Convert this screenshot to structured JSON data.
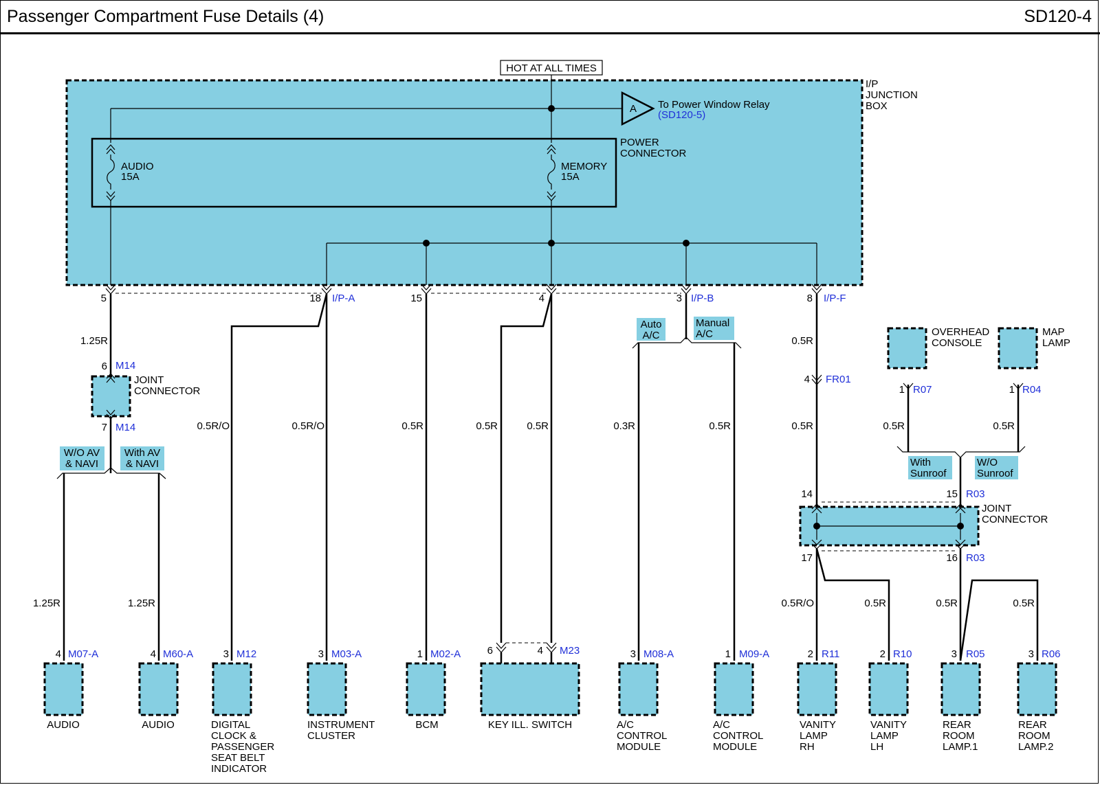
{
  "header": {
    "title": "Passenger Compartment Fuse Details (4)",
    "code": "SD120-4"
  },
  "colors": {
    "component_fill": "#86cfe2",
    "link_text": "#1f2fd8",
    "wire": "#000000"
  },
  "top": {
    "hot_label": "HOT AT ALL TIMES",
    "junction_box": [
      "I/P",
      "JUNCTION",
      "BOX"
    ],
    "power_connector": [
      "POWER",
      "CONNECTOR"
    ],
    "relay_marker": "A",
    "relay_text": "To Power Window Relay",
    "relay_ref": "(SD120-5)"
  },
  "fuses": [
    {
      "name": "AUDIO",
      "rating": "15A"
    },
    {
      "name": "MEMORY",
      "rating": "15A"
    }
  ],
  "jb_pins": [
    {
      "pin": "5",
      "conn": ""
    },
    {
      "pin": "18",
      "conn": "I/P-A"
    },
    {
      "pin": "15",
      "conn": ""
    },
    {
      "pin": "4",
      "conn": ""
    },
    {
      "pin": "3",
      "conn": "I/P-B"
    },
    {
      "pin": "8",
      "conn": "I/P-F"
    }
  ],
  "jc_left": {
    "label": [
      "JOINT",
      "CONNECTOR"
    ],
    "pin_in": "6",
    "conn_in": "M14",
    "pin_out": "7",
    "conn_out": "M14"
  },
  "options": {
    "wo_av": [
      "W/O AV",
      "& NAVI"
    ],
    "with_av": [
      "With AV",
      "& NAVI"
    ],
    "auto_ac": [
      "Auto",
      "A/C"
    ],
    "manual_ac": [
      "Manual",
      "A/C"
    ],
    "with_sunroof": [
      "With",
      "Sunroof"
    ],
    "wo_sunroof": [
      "W/O",
      "Sunroof"
    ]
  },
  "wire_labels": {
    "audio_trunk": "1.25R",
    "audio_left": "1.25R",
    "audio_right": "1.25R",
    "clock": "0.5R/O",
    "cluster": "0.5R/O",
    "bcm": "0.5R",
    "key_left": "0.5R",
    "key_right": "0.5R",
    "ac_auto": "0.3R",
    "ac_manual": "0.5R",
    "fr_upper": "0.5R",
    "fr_lower": "0.5R",
    "overhead": "0.5R",
    "map": "0.5R",
    "vanity_rh": "0.5R/O",
    "vanity_lh": "0.5R",
    "rear1": "0.5R",
    "rear2": "0.5R"
  },
  "fr01": {
    "pin": "4",
    "conn": "FR01"
  },
  "top_components": [
    {
      "name": [
        "OVERHEAD",
        "CONSOLE"
      ],
      "pin": "1",
      "conn": "R07"
    },
    {
      "name": [
        "MAP",
        "LAMP"
      ],
      "pin": "1",
      "conn": "R04"
    }
  ],
  "jc_right": {
    "label": [
      "JOINT",
      "CONNECTOR"
    ],
    "pin_tl": "14",
    "pin_tr": "15",
    "conn_top": "R03",
    "pin_bl": "17",
    "pin_br": "16",
    "conn_bot": "R03"
  },
  "components": [
    {
      "pins": "4",
      "conn": "M07-A",
      "name": [
        "AUDIO"
      ]
    },
    {
      "pins": "4",
      "conn": "M60-A",
      "name": [
        "AUDIO"
      ]
    },
    {
      "pins": "3",
      "conn": "M12",
      "name": [
        "DIGITAL",
        "CLOCK &",
        "PASSENGER",
        "SEAT BELT",
        "INDICATOR"
      ]
    },
    {
      "pins": "3",
      "conn": "M03-A",
      "name": [
        "INSTRUMENT",
        "CLUSTER"
      ]
    },
    {
      "pins": "1",
      "conn": "M02-A",
      "name": [
        "BCM"
      ]
    },
    {
      "pins": "6",
      "pins2": "4",
      "conn": "M23",
      "name": [
        "KEY ILL. SWITCH"
      ]
    },
    {
      "pins": "3",
      "conn": "M08-A",
      "name": [
        "A/C",
        "CONTROL",
        "MODULE"
      ]
    },
    {
      "pins": "1",
      "conn": "M09-A",
      "name": [
        "A/C",
        "CONTROL",
        "MODULE"
      ]
    },
    {
      "pins": "2",
      "conn": "R11",
      "name": [
        "VANITY",
        "LAMP",
        "RH"
      ]
    },
    {
      "pins": "2",
      "conn": "R10",
      "name": [
        "VANITY",
        "LAMP",
        "LH"
      ]
    },
    {
      "pins": "3",
      "conn": "R05",
      "name": [
        "REAR",
        "ROOM",
        "LAMP.1"
      ]
    },
    {
      "pins": "3",
      "conn": "R06",
      "name": [
        "REAR",
        "ROOM",
        "LAMP.2"
      ]
    }
  ]
}
